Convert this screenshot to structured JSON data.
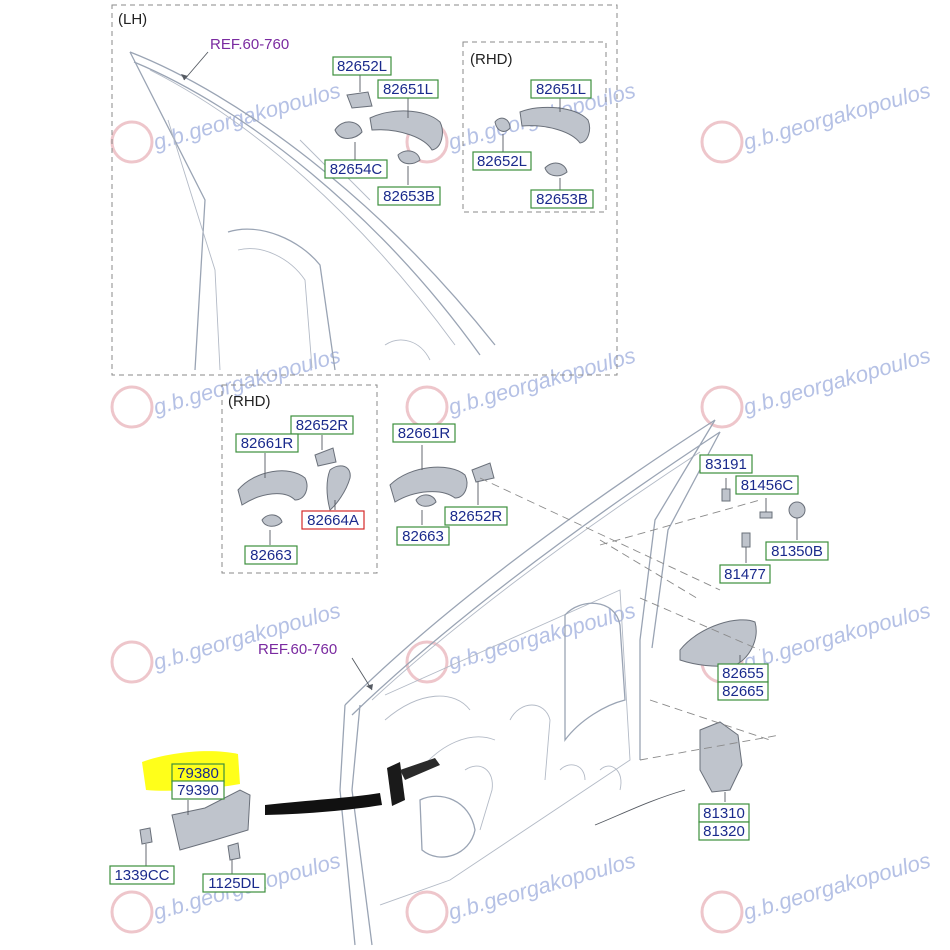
{
  "colors": {
    "label_text": "#1a2a8c",
    "box_green": "#3d8f3d",
    "box_red": "#d42a2a",
    "ref_text": "#7a2aa0",
    "highlight": "#ffff1a"
  },
  "sections": {
    "lh": "(LH)",
    "rhd_top": "(RHD)",
    "rhd_mid": "(RHD)"
  },
  "refs": {
    "top": "REF.60-760",
    "bottom": "REF.60-760"
  },
  "parts": {
    "p82652L_a": "82652L",
    "p82651L_a": "82651L",
    "p82654C": "82654C",
    "p82653B_a": "82653B",
    "p82651L_b": "82651L",
    "p82652L_b": "82652L",
    "p82653B_b": "82653B",
    "p82652R_a": "82652R",
    "p82661R_a": "82661R",
    "p82664A": "82664A",
    "p82663_a": "82663",
    "p82661R_b": "82661R",
    "p82663_b": "82663",
    "p82652R_b": "82652R",
    "p83191": "83191",
    "p81456C": "81456C",
    "p81350B": "81350B",
    "p81477": "81477",
    "p82655": "82655",
    "p82665": "82665",
    "p81310": "81310",
    "p81320": "81320",
    "p79380": "79380",
    "p79390": "79390",
    "p1339CC": "1339CC",
    "p1125DL": "1125DL"
  },
  "watermark": {
    "text": "g.b.georgakopoulos"
  }
}
